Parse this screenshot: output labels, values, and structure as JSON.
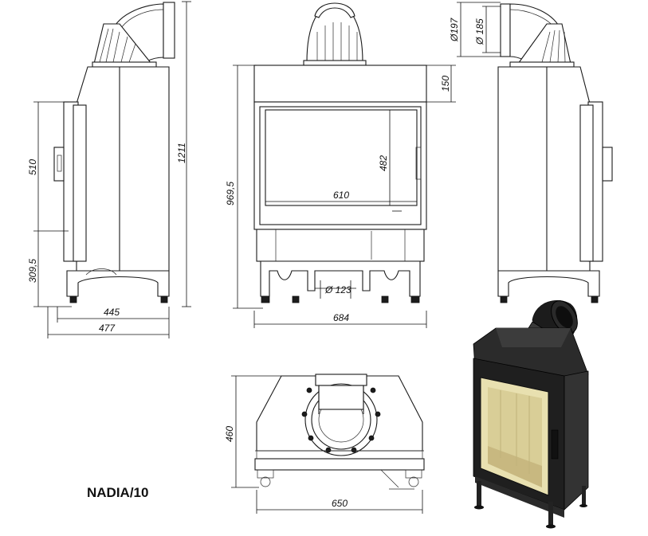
{
  "model": "NADIA/10",
  "dimensions": {
    "side_height_total": "1211",
    "side_upper": "510",
    "side_lower": "309,5",
    "side_depth_inner": "445",
    "side_depth_total": "477",
    "front_height": "969,5",
    "front_top": "150",
    "glass_height": "482",
    "glass_width": "610",
    "front_width": "684",
    "outlet_front": "Ø 123",
    "flue_outer": "Ø197",
    "flue_inner": "Ø 185",
    "plan_depth": "460",
    "plan_width": "650"
  },
  "colors": {
    "line": "#1a1a1a",
    "body_dark": "#1c1c1c",
    "glass_tint": "#e8e0b0"
  }
}
